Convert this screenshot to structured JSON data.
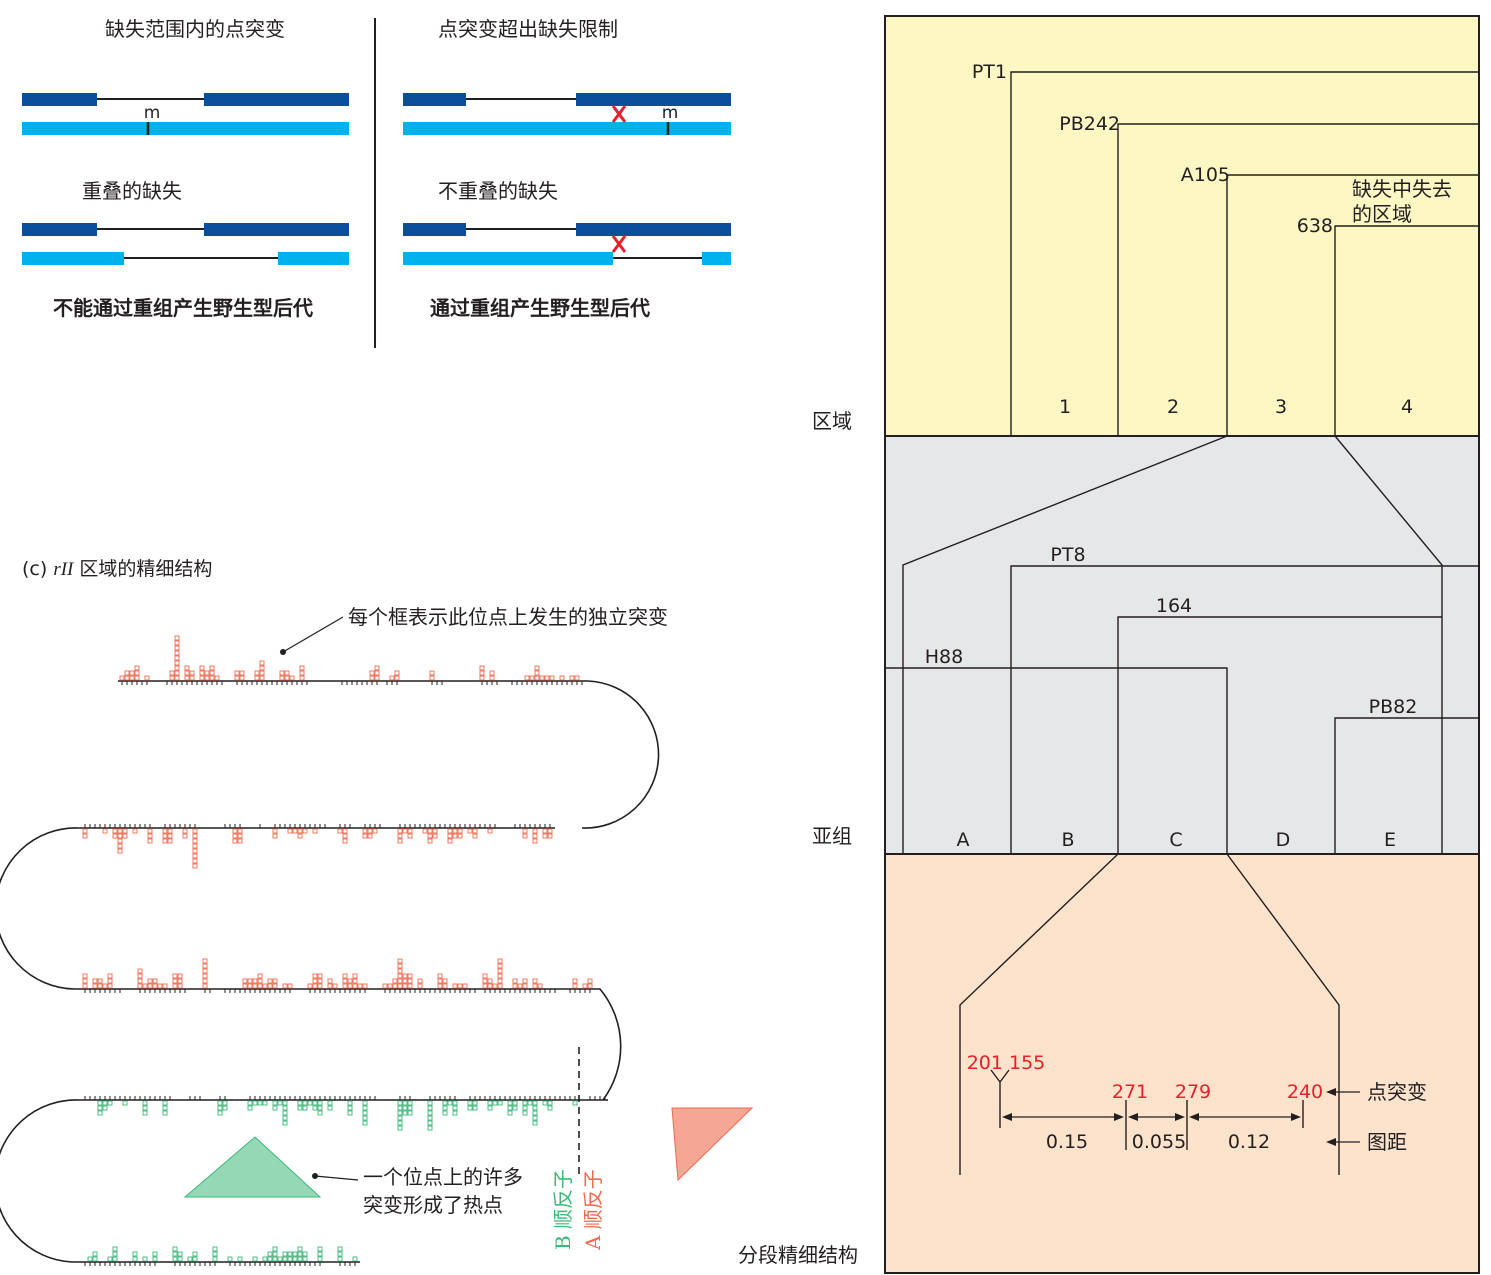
{
  "top_left": {
    "panel1_title": "缺失范围内的点突变",
    "panel2_title": "点突变超出缺失限制",
    "mutation_label": "m",
    "overlap_label": "重叠的缺失",
    "nonoverlap_label": "不重叠的缺失",
    "no_recomb_caption": "不能通过重组产生野生型后代",
    "recomb_caption": "通过重组产生野生型后代"
  },
  "fine_structure": {
    "caption_prefix": "(c) ",
    "caption_italic": "rII",
    "caption_rest": " 区域的精细结构",
    "box_note": "每个框表示此位点上发生的独立突变",
    "hotspot_note_line1": "一个位点上的许多",
    "hotspot_note_line2": "突变形成了热点",
    "cistron_b": "B 顺反子",
    "cistron_a": "A 顺反子",
    "color_b": "#3cb878",
    "color_a": "#ef6a4f"
  },
  "side_labels": {
    "region": "区域",
    "subgroup": "亚组",
    "segment": "分段精细结构"
  },
  "map": {
    "region_bg": "#fdf7c3",
    "subgroup_bg": "#e6e7e8",
    "segment_bg": "#fde3cb",
    "deletions_top": [
      "PT1",
      "PB242",
      "A105",
      "638"
    ],
    "lost_region_line1": "缺失中失去",
    "lost_region_line2": "的区域",
    "regions": [
      "1",
      "2",
      "3",
      "4"
    ],
    "deletions_mid": [
      "PT8",
      "164",
      "H88",
      "PB82"
    ],
    "subgroups": [
      "A",
      "B",
      "C",
      "D",
      "E"
    ],
    "point_mutations": [
      "201 155",
      "271",
      "279",
      "240"
    ],
    "distances": [
      "0.15",
      "0.055",
      "0.12"
    ],
    "point_mutation_label": "点突变",
    "map_distance_label": "图距",
    "mutation_color": "#e8202a"
  },
  "colors": {
    "dark_blue": "#0b4f9c",
    "light_blue": "#00b2ec",
    "red_x": "#e8202a"
  }
}
